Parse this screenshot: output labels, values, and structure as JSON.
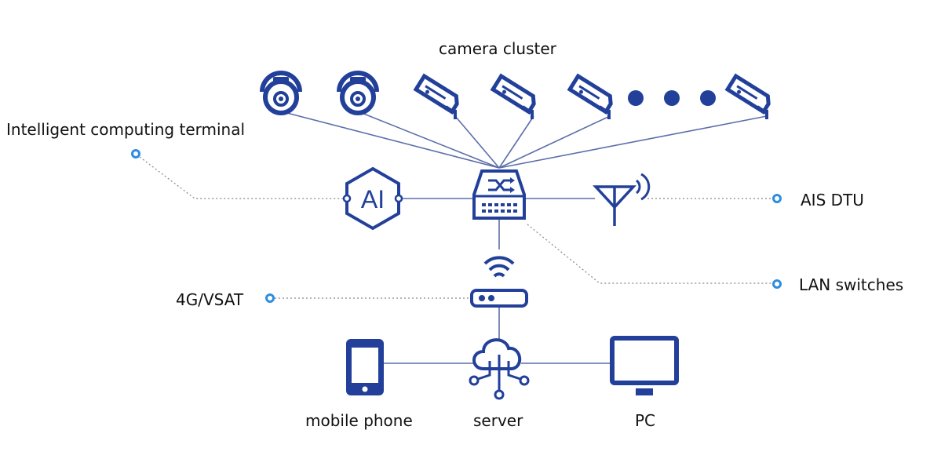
{
  "diagram": {
    "title": "camera cluster",
    "labels": {
      "intelligent_terminal": "Intelligent computing terminal",
      "ais_dtu": "AIS DTU",
      "lan_switches": "LAN switches",
      "vsat": "4G/VSAT",
      "mobile_phone": "mobile phone",
      "server": "server",
      "pc": "PC"
    },
    "ai_badge": "AI",
    "colors": {
      "primary": "#22409a",
      "line": "#5b6ea8",
      "dot": "#2e8de0",
      "leader": "#888888"
    }
  }
}
